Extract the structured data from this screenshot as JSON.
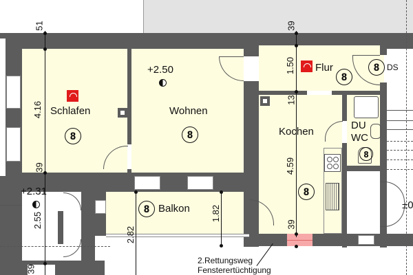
{
  "plan": {
    "rooms": [
      {
        "name": "Schlafen",
        "number": "8",
        "has_smoke_detector": true
      },
      {
        "name": "Wohnen",
        "number": "8",
        "elevation": "+2.50"
      },
      {
        "name": "Flur",
        "number": "8",
        "has_smoke_detector": true
      },
      {
        "name": "Kochen",
        "number": "8"
      },
      {
        "name": "DU WC",
        "name_line1": "DU",
        "name_line2": "WC",
        "number": "8"
      },
      {
        "name": "Balkon",
        "number": "8"
      }
    ],
    "stair_landing": {
      "elevation": "+2.31",
      "dimension": "2.55"
    },
    "ds_label": "DS",
    "ds_number": "8",
    "dimensions": {
      "top_left_wall": "51",
      "top_right_wall": "39",
      "schlafen_depth": "4.16",
      "schlafen_bottom_wall": "39",
      "flur_depth": "1.50",
      "flur_kochen_wall": "13",
      "kochen_depth": "4.59",
      "kochen_bottom_wall": "39",
      "balkon_depth": "1.82",
      "balkon_total": "2.82",
      "landing_bottom": "39"
    },
    "annotation": {
      "line1": "2.Rettungsweg",
      "line2": "Fensterertüchtigung"
    },
    "right_edge_elevation": "±0"
  },
  "colors": {
    "wall": "#5c5c5c",
    "room_fill": "#fefde0",
    "outside_grey": "#e3e3e3",
    "smoke_detector": "#e11b1b",
    "escape_window": "#f7a9a9"
  }
}
